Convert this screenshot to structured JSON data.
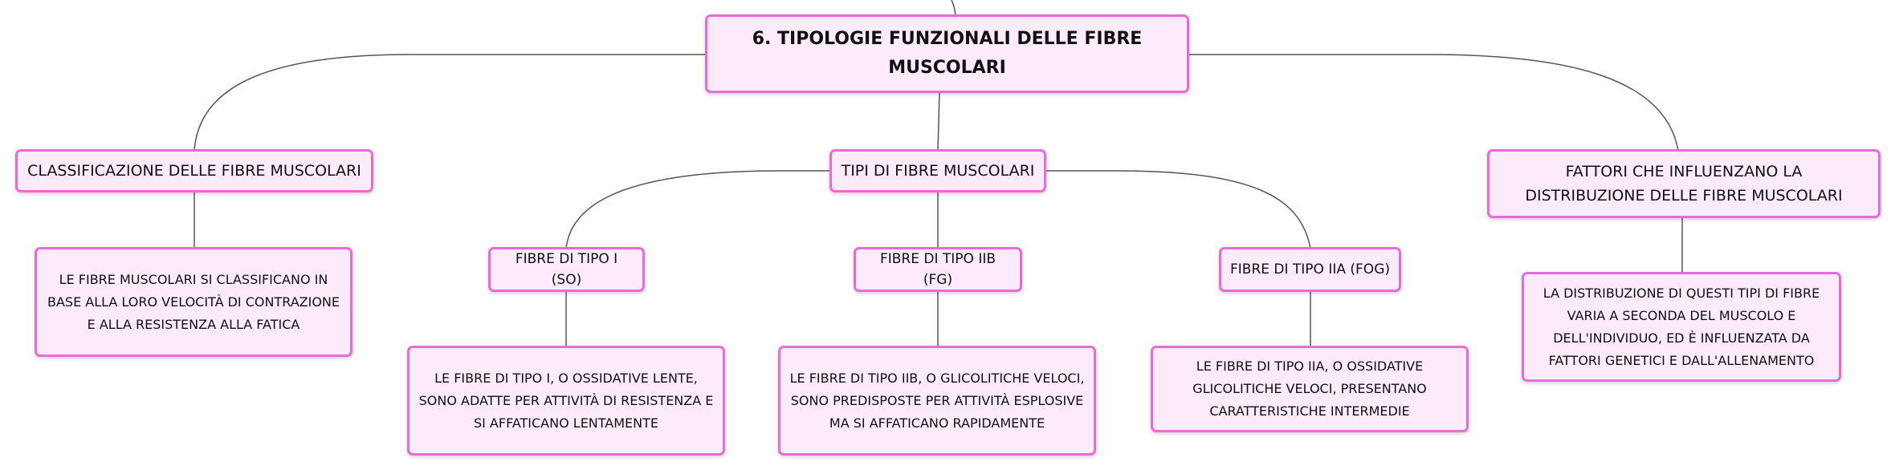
{
  "root": {
    "label": "6. TIPOLOGIE FUNZIONALI DELLE FIBRE MUSCOLARI"
  },
  "branches": {
    "classificazione": {
      "label": "CLASSIFICAZIONE DELLE FIBRE MUSCOLARI",
      "detail": "LE FIBRE MUSCOLARI SI CLASSIFICANO IN BASE ALLA LORO VELOCITÀ DI CONTRAZIONE E ALLA RESISTENZA ALLA FATICA"
    },
    "tipi": {
      "label": "TIPI DI FIBRE MUSCOLARI",
      "tipo_i": {
        "label": "FIBRE DI TIPO I (SO)",
        "detail": "LE FIBRE DI TIPO I, O OSSIDATIVE LENTE, SONO ADATTE PER ATTIVITÀ DI RESISTENZA E SI AFFATICANO LENTAMENTE"
      },
      "tipo_iib": {
        "label": "FIBRE DI TIPO IIB (FG)",
        "detail": "LE FIBRE DI TIPO IIB, O GLICOLITICHE VELOCI, SONO PREDISPOSTE PER ATTIVITÀ ESPLOSIVE MA SI AFFATICANO RAPIDAMENTE"
      },
      "tipo_iia": {
        "label": "FIBRE DI TIPO IIA (FOG)",
        "detail": "LE FIBRE DI TIPO IIA, O OSSIDATIVE GLICOLITICHE VELOCI, PRESENTANO CARATTERISTICHE INTERMEDIE"
      }
    },
    "fattori": {
      "label": "FATTORI CHE INFLUENZANO LA DISTRIBUZIONE DELLE FIBRE MUSCOLARI",
      "detail": "LA DISTRIBUZIONE DI QUESTI TIPI DI FIBRE VARIA A SECONDA DEL MUSCOLO E DELL'INDIVIDUO, ED È INFLUENZATA DA FATTORI GENETICI E DALL'ALLENAMENTO"
    }
  },
  "colors": {
    "node_fill": "#fcebfb",
    "node_border": "#ea6ad7",
    "connector": "#555555",
    "text": "#111111"
  }
}
